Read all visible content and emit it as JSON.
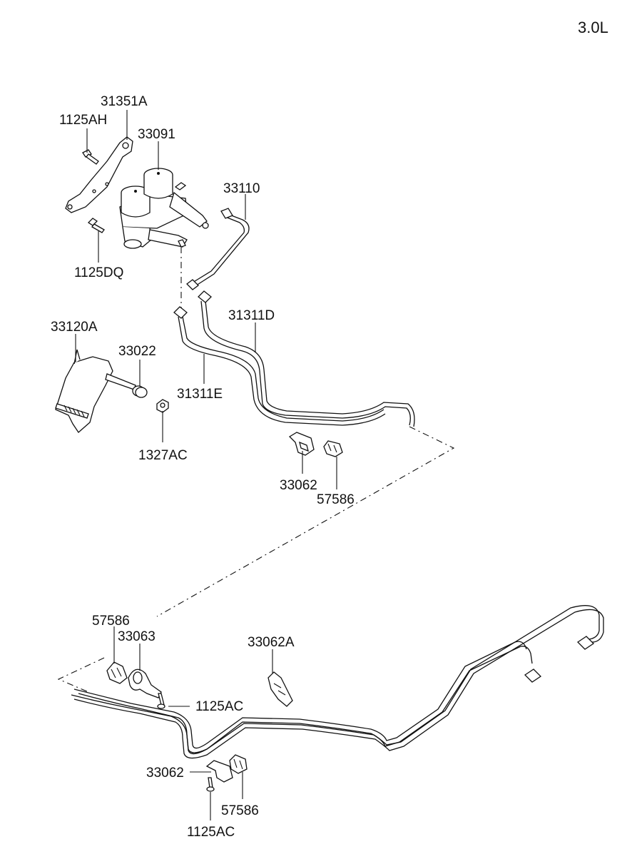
{
  "engine_label": "3.0L",
  "labels": {
    "p31351A": "31351A",
    "p1125AH": "1125AH",
    "p33091": "33091",
    "p33110": "33110",
    "p1125DQ": "1125DQ",
    "p31311D": "31311D",
    "p33120A": "33120A",
    "p33022": "33022",
    "p31311E": "31311E",
    "p1327AC": "1327AC",
    "p33062_top": "33062",
    "p57586_top": "57586",
    "p57586_left": "57586",
    "p33063": "33063",
    "p33062A": "33062A",
    "p1125AC_mid": "1125AC",
    "p33062_bottom": "33062",
    "p57586_bottom": "57586",
    "p1125AC_bottom": "1125AC"
  }
}
